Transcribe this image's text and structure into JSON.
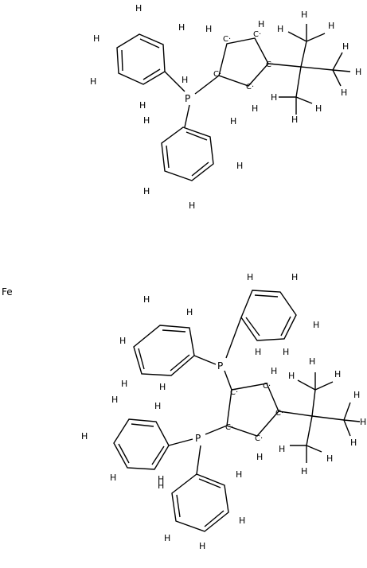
{
  "iron": {
    "symbol": "Fe"
  },
  "phosphorus": {
    "symbol": "P"
  },
  "hydrogen": {
    "symbol": "H"
  },
  "carbon_radical": {
    "symbol": "C",
    "dot": "·"
  },
  "colors": {
    "line": "#000000",
    "background": "#ffffff"
  }
}
